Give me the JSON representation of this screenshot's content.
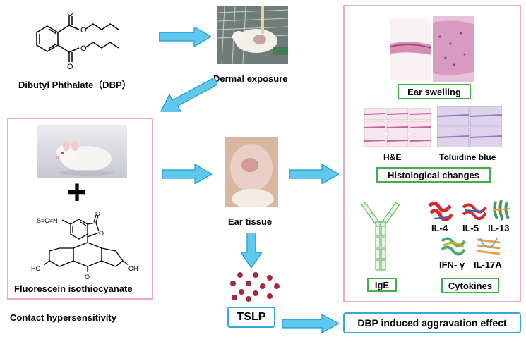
{
  "dbp": {
    "label": "Dibutyl Phthalate（DBP）"
  },
  "dermal": {
    "label": "Dermal exposure"
  },
  "chs": {
    "plus": "+",
    "fitc_label": "Fluorescein isothiocyanate",
    "fitc_groups": {
      "ncs": "S=C=N",
      "ho_left": "HO",
      "oh_right": "OH",
      "carbonyl": "O",
      "ring_o": "O",
      "xanthene_o": "O"
    },
    "caption": "Contact hypersensitivity"
  },
  "ear_tissue": {
    "label": "Ear tissue"
  },
  "tslp": {
    "label": "TSLP"
  },
  "results": {
    "ear_swelling": "Ear swelling",
    "he": "H&E",
    "toluidine": "Toluidine blue",
    "histology": "Histological changes",
    "ige": "IgE",
    "cytokines_box": "Cytokines",
    "cytokines": {
      "il4": "IL-4",
      "il5": "IL-5",
      "il13": "IL-13",
      "ifng": "IFN- γ",
      "il17a": "IL-17A"
    }
  },
  "conclusion": {
    "label": "DBP induced aggravation effect"
  },
  "colors": {
    "pink_border": "#f2a9c0",
    "green_border": "#3fb04a",
    "blue_border": "#35a8dc",
    "arrow_fill": "#5ec8ef",
    "dots": "#a12a3a"
  }
}
